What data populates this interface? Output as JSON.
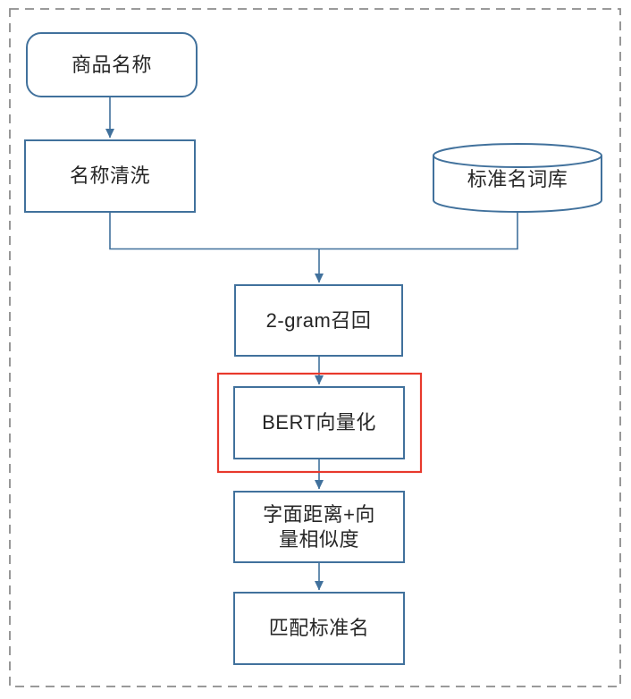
{
  "diagram": {
    "title_hint": "product-name standardization matching flowchart",
    "nodes": {
      "start": {
        "label": "商品名称"
      },
      "clean": {
        "label": "名称清洗"
      },
      "db": {
        "label": "标准名词库"
      },
      "recall": {
        "label": "2-gram召回"
      },
      "bert": {
        "label": "BERT向量化"
      },
      "sim": {
        "label": "字面距离+向\n量相似度"
      },
      "match": {
        "label": "匹配标准名"
      }
    },
    "colors": {
      "shape_border": "#41719C",
      "connector": "#41719C",
      "highlight": "#E8392C",
      "dashed_border": "#8C8C8C",
      "text": "#262626",
      "fill": "#FFFFFF"
    }
  }
}
